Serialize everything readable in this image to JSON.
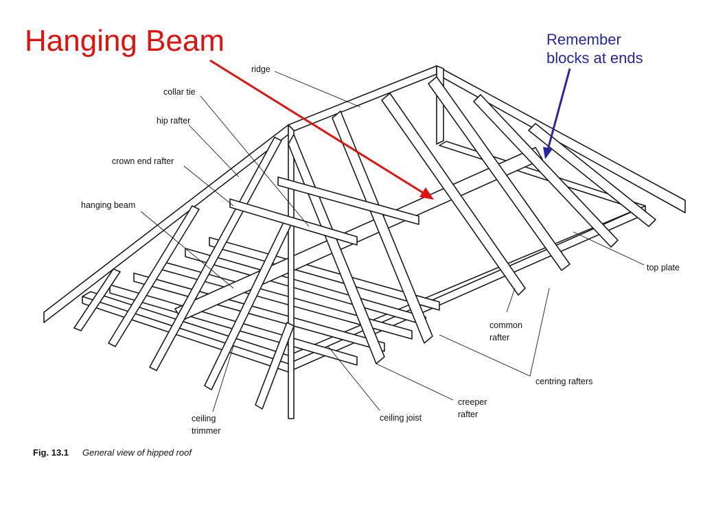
{
  "slide": {
    "title": "Hanging Beam",
    "note_line1": "Remember",
    "note_line2": "blocks at ends",
    "colors": {
      "title": "#e0120d",
      "note": "#2626a0",
      "title_arrow": "#e0120d",
      "note_arrow": "#2626a0"
    }
  },
  "figure": {
    "labels": {
      "ridge": "ridge",
      "collar_tie": "collar tie",
      "hip_rafter": "hip rafter",
      "crown_end_rafter": "crown end rafter",
      "hanging_beam": "hanging beam",
      "top_plate": "top plate",
      "common_rafter_1": "common",
      "common_rafter_2": "rafter",
      "centring_rafters": "centring rafters",
      "creeper_rafter_1": "creeper",
      "creeper_rafter_2": "rafter",
      "ceiling_joist": "ceiling joist",
      "ceiling_trimmer_1": "ceiling",
      "ceiling_trimmer_2": "trimmer"
    },
    "caption": {
      "number": "Fig. 13.1",
      "text": "General view of hipped roof"
    }
  }
}
